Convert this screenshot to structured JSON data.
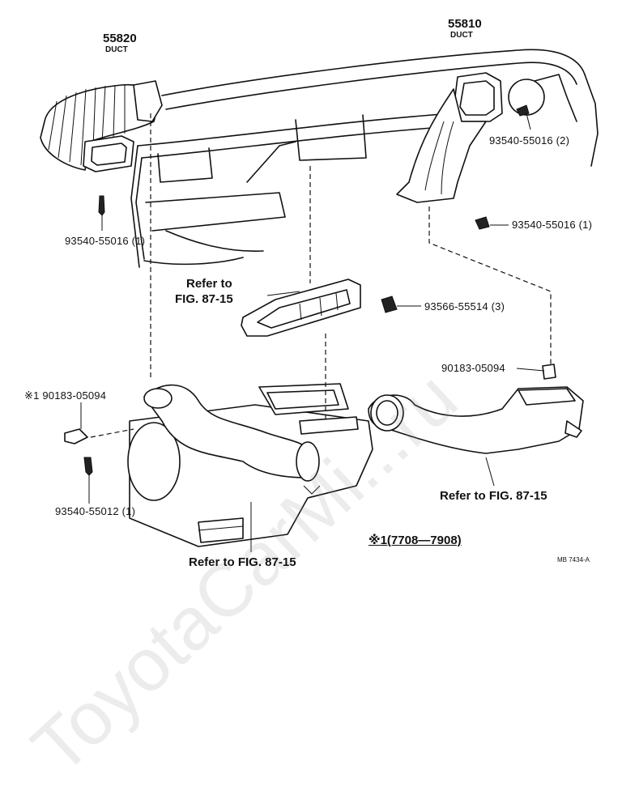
{
  "watermark": "ToyotaCarMi...ru",
  "callouts": {
    "duct_left_number": "55820",
    "duct_left_name": "DUCT",
    "duct_right_number": "55810",
    "duct_right_name": "DUCT",
    "screw_right_top": "93540-55016 (2)",
    "screw_right_mid": "93540-55016 (1)",
    "screw_left": "93540-55016 (1)",
    "screw_center": "93566-55514 (3)",
    "clip_right": "90183-05094",
    "clip_left": "※1 90183-05094",
    "screw_lower_left": "93540-55012 (1)",
    "refer_center_top_1": "Refer to",
    "refer_center_top_2": "FIG. 87-15",
    "refer_right": "Refer to FIG. 87-15",
    "refer_bottom": "Refer to FIG. 87-15",
    "note_range": "※1(7708—7908)",
    "code": "MB 7434-A"
  }
}
